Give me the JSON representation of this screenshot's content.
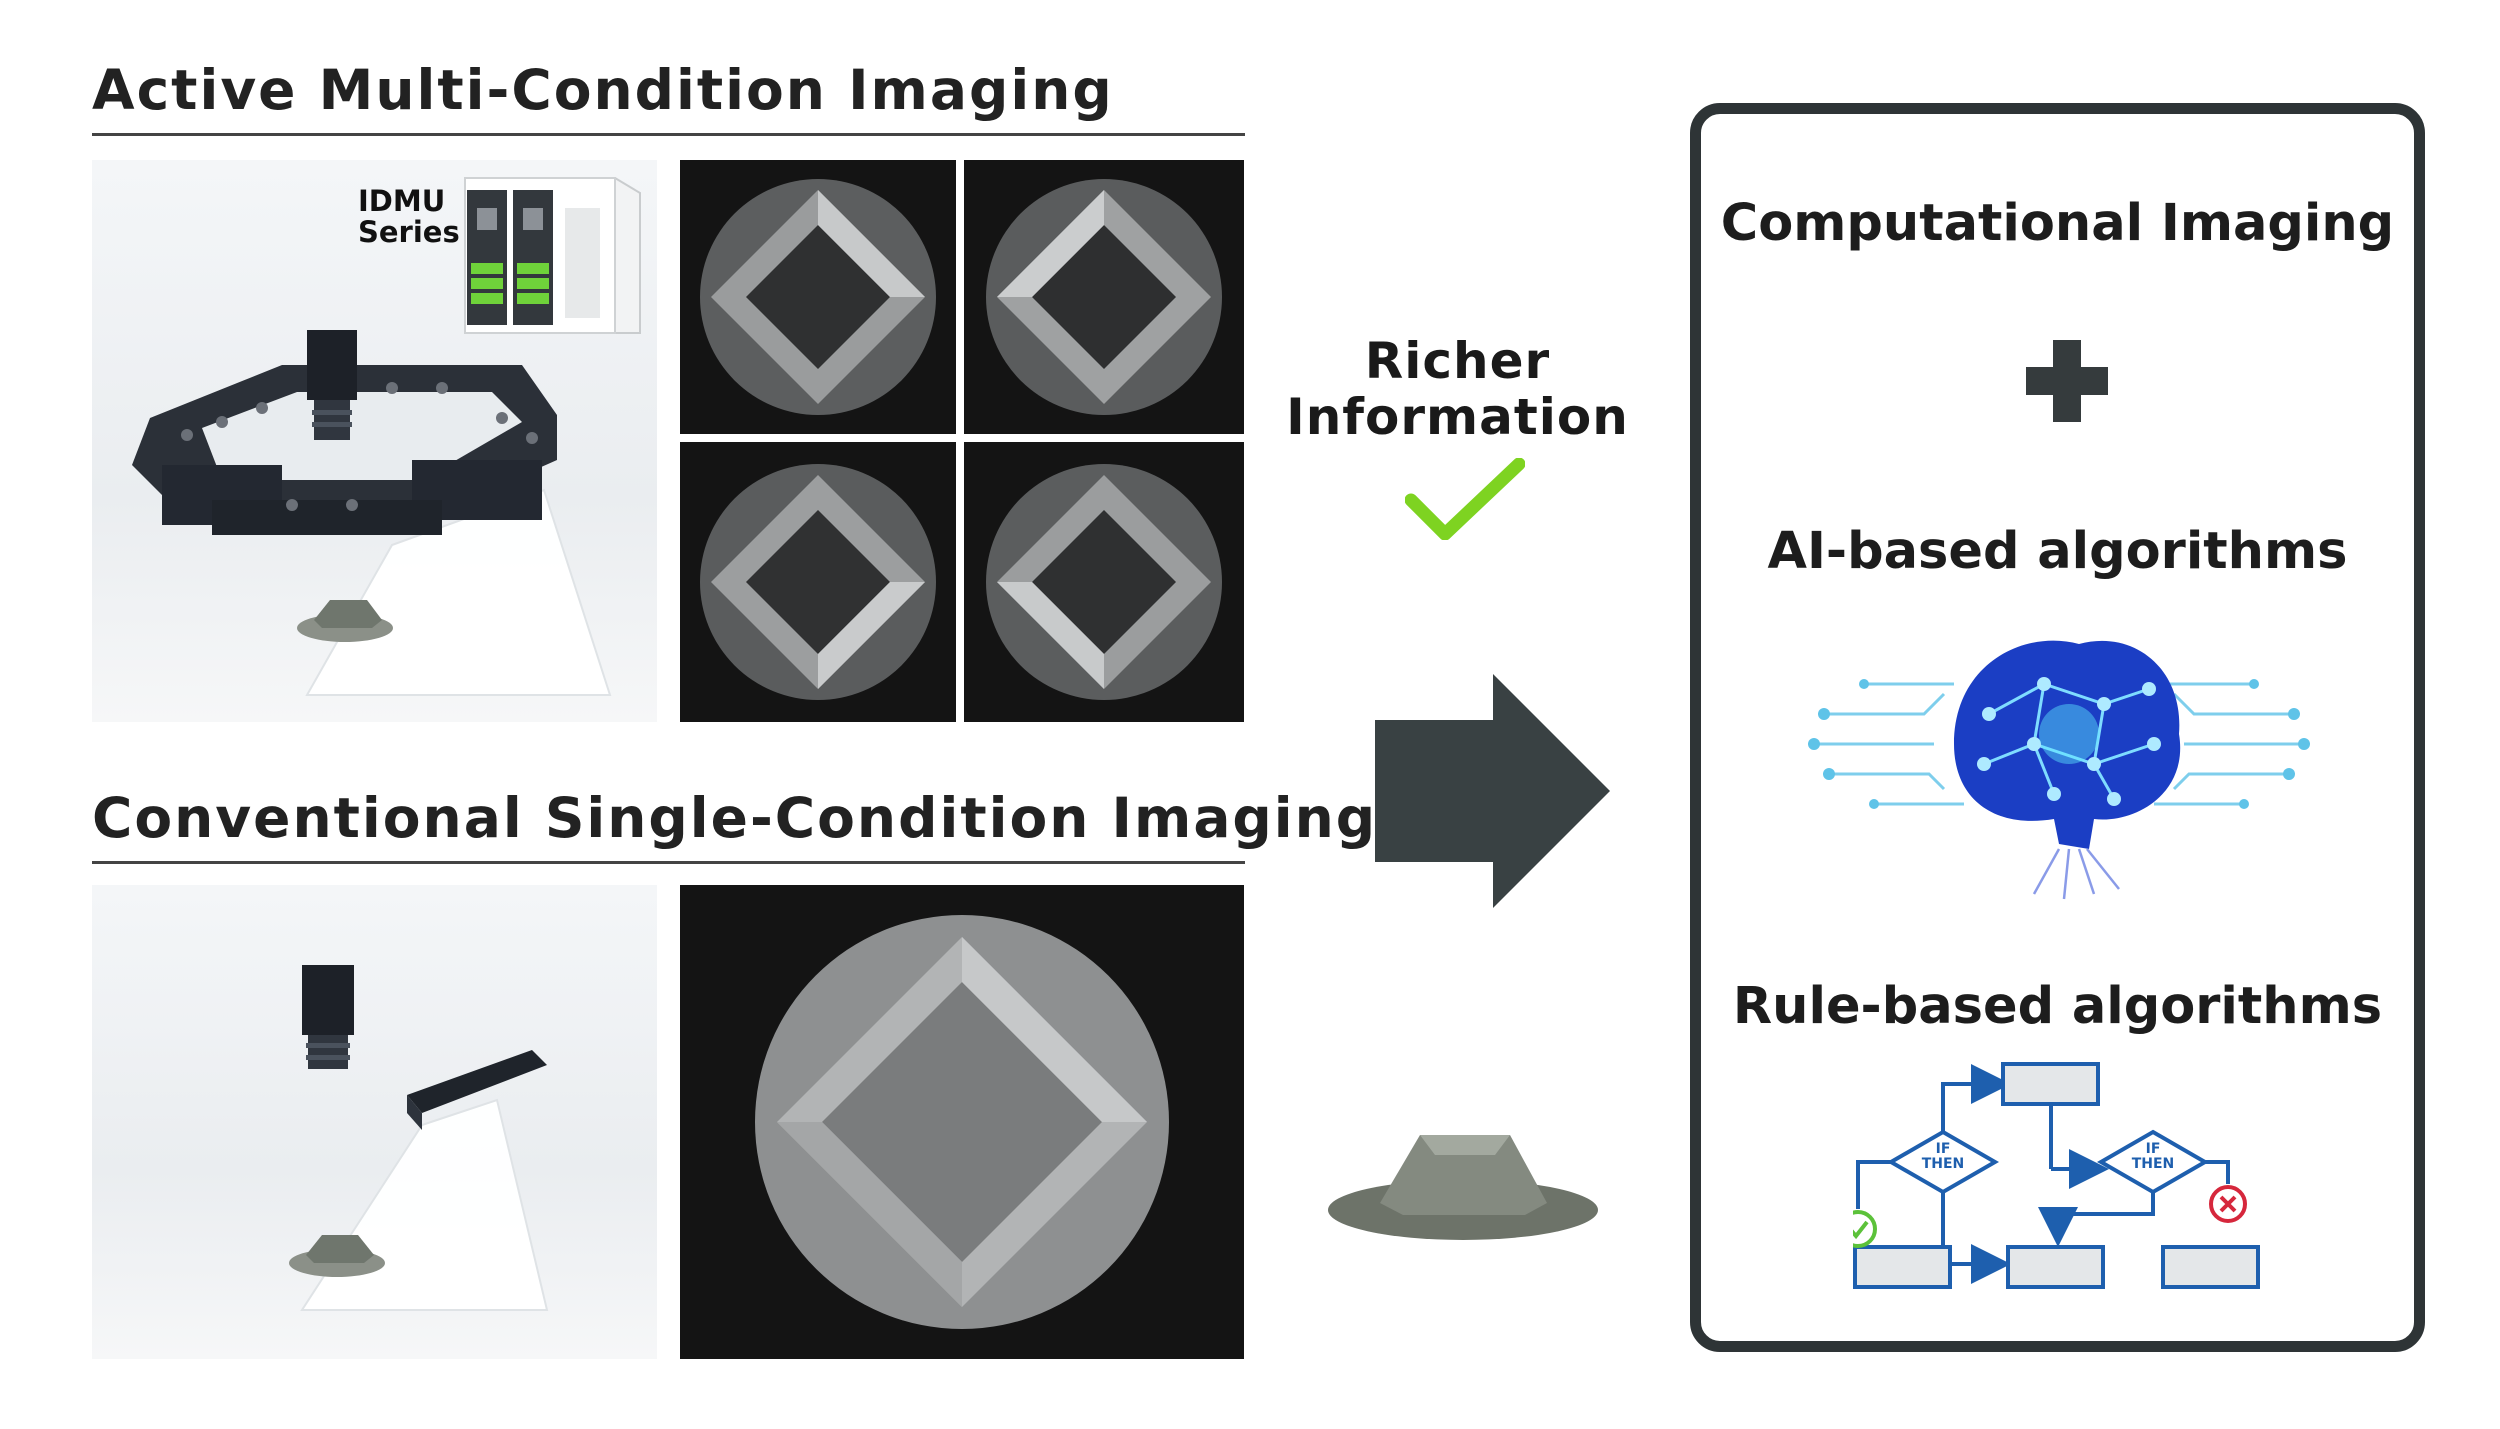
{
  "sections": {
    "active_title": "Active Multi-Condition Imaging",
    "conventional_title": "Conventional Single-Condition Imaging"
  },
  "idmu": {
    "line1": "IDMU",
    "line2": "Series"
  },
  "center": {
    "line1": "Richer",
    "line2": "Information",
    "check_color": "#7ed321",
    "arrow_color": "#394143"
  },
  "right_panel": {
    "title": "Computational Imaging",
    "plus_symbol": "+",
    "ai_title": "AI-based algorithms",
    "rule_title": "Rule-based algorithms",
    "flowchart": {
      "if_label": "IF",
      "then_label": "THEN"
    },
    "border_color": "#2e3436"
  }
}
